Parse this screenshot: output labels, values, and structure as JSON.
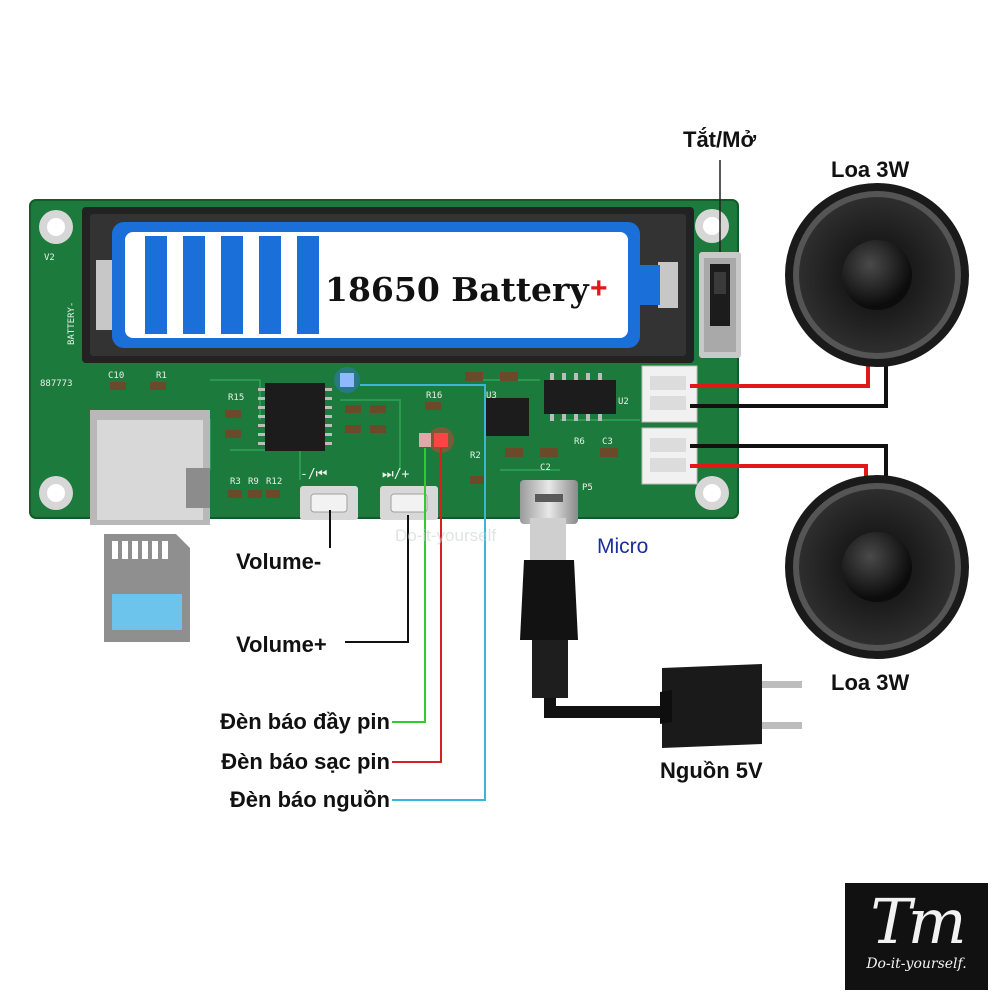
{
  "battery": {
    "label": "18650 Battery",
    "plus": "+",
    "bar_count": 5,
    "color_blue": "#1a6fd8",
    "color_fill": "#ffffff"
  },
  "pcb": {
    "color": "#1d7a3d",
    "silkscreen": [
      "V2",
      "BATTERY-",
      "887773",
      "C10",
      "R1",
      "R15",
      "R16",
      "U3",
      "R2",
      "U2",
      "C2",
      "P5",
      "R3",
      "R9",
      "R12",
      "R6",
      "C3"
    ],
    "button_symbols": {
      "vol_down": "-/⏮",
      "vol_up": "⏭/+"
    }
  },
  "labels": {
    "switch": "Tắt/Mở",
    "speaker_top": "Loa 3W",
    "speaker_bottom": "Loa 3W",
    "micro": "Micro",
    "volume_minus": "Volume-",
    "volume_plus": "Volume+",
    "led_full": "Đèn báo đầy pin",
    "led_charge": "Đèn báo sạc pin",
    "led_power": "Đèn báo nguồn",
    "power": "Nguồn 5V"
  },
  "colors": {
    "led_full_line": "#2ecc2e",
    "led_charge_line": "#d42020",
    "led_power_line": "#3bb6d8",
    "speaker_red": "#e01818",
    "speaker_black": "#111111",
    "sd_blue": "#6cc4ec"
  },
  "watermark": "Do-it-yourself",
  "logo": {
    "mark": "Tm",
    "tagline": "Do-it-yourself."
  }
}
